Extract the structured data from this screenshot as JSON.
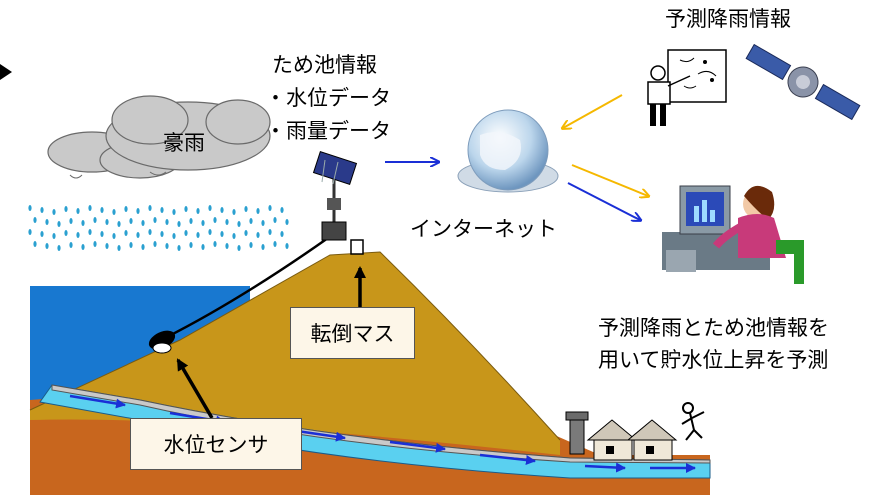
{
  "labels": {
    "forecast_rain_info": "予測降雨情報",
    "pond_info_title": "ため池情報",
    "water_level_data": "・水位データ",
    "rainfall_data": "・雨量データ",
    "heavy_rain": "豪雨",
    "internet": "インターネット",
    "predict_line1": "予測降雨とため池情報を",
    "predict_line2": "用いて貯水位上昇を予測",
    "tipping_bucket": "転倒マス",
    "water_level_sensor": "水位センサ"
  },
  "colors": {
    "sky_water": "#1878d0",
    "dam_fill": "#c8961a",
    "ground": "#c8661e",
    "channel": "#5ad0f0",
    "arrow_blue": "#1a2fd6",
    "arrow_yellow": "#f5b800",
    "label_box": "#fdf6e8"
  }
}
